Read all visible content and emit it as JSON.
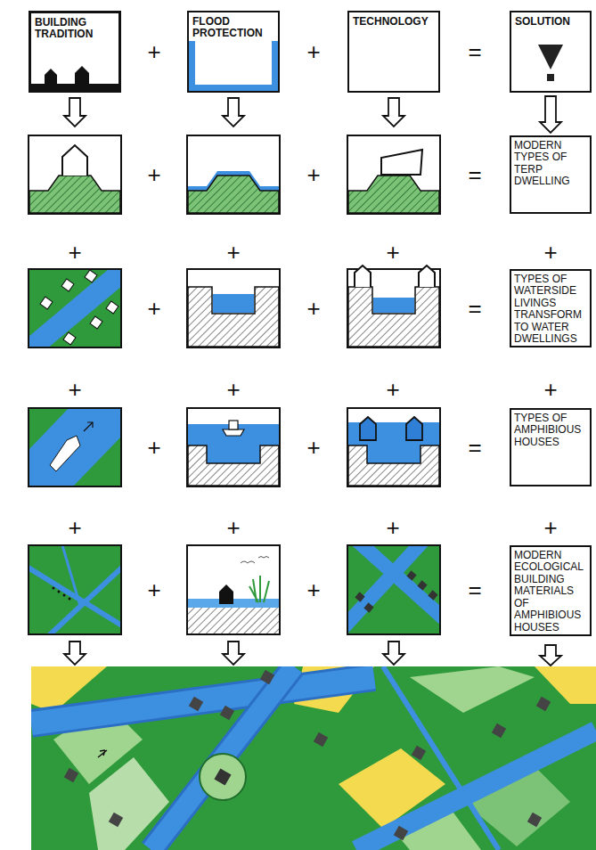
{
  "diagram": {
    "nodes": [
      {
        "text": [
          "BUILDING TRADITION"
        ]
      },
      {
        "text": [
          "FLOOD PROTECTION"
        ]
      },
      {
        "text": [
          "TECHNOLOGY"
        ]
      },
      {
        "text": [
          "SOLUTION"
        ]
      },
      {
        "text": [
          "MODERN TYPES OF TERP DWELLING"
        ]
      },
      {
        "text": [
          "TYPES OF WATERSIDE LIVINGS TRANSFORM TO WATER DWELLINGS"
        ]
      },
      {
        "text": [
          "TYPES OF AMPHIBIOUS HOUSES"
        ]
      },
      {
        "text": [
          "MODERN ECOLOGICAL BUILDING MATERIALS OF AMPHIBIOUS HOUSES"
        ]
      }
    ],
    "edges": [
      {
        "from": 3,
        "to": 4,
        "arrow": "to"
      }
    ],
    "labels": [
      "+",
      "+",
      "=",
      "+",
      "+",
      "=",
      "+",
      "+",
      "+",
      "+",
      "+",
      "+",
      "=",
      "+",
      "+",
      "+",
      "+",
      "+",
      "+",
      "=",
      "+",
      "+",
      "+",
      "+",
      "+",
      "+",
      "="
    ]
  }
}
